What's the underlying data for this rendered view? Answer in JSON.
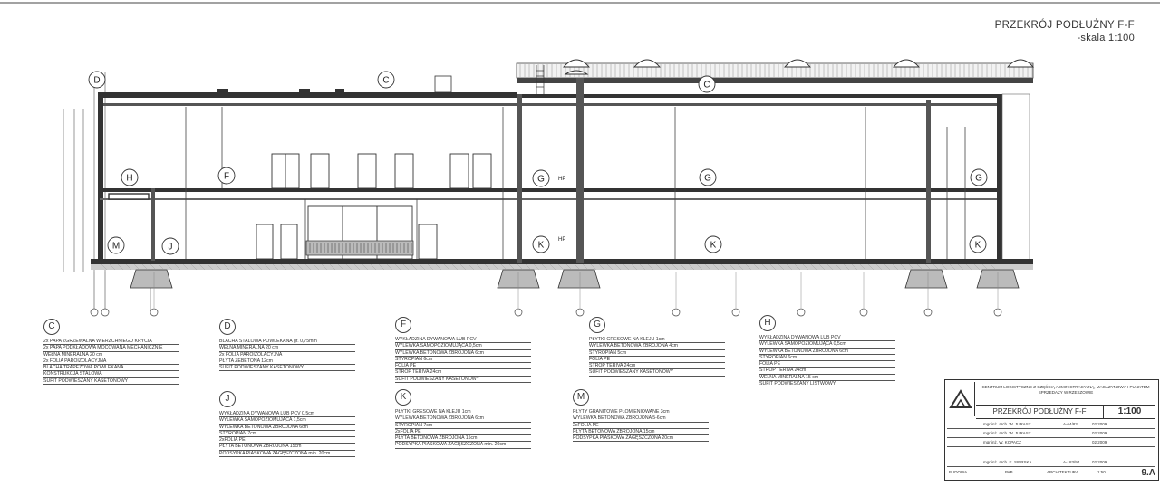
{
  "drawing": {
    "title": "PRZEKRÓJ PODŁUŻNY F-F",
    "scale_label": "-skala 1:100"
  },
  "section_labels": {
    "D": "D",
    "C_top": "C",
    "C_right": "C",
    "H": "H",
    "F": "F",
    "G_left": "G",
    "G_mid": "G",
    "G_right": "G",
    "M": "M",
    "J": "J",
    "K_left": "K",
    "K_mid": "K",
    "K_right": "K",
    "hp1": "HP",
    "hp2": "HP"
  },
  "legends": {
    "C": {
      "letter": "C",
      "rows": [
        "2x PAPA ZGRZEWALNA WIERZCHNIEGO KRYCIA",
        "2x PAPA PODKŁADOWA MOCOWANA MECHANICZNIE",
        "WEŁNA MINERALNA 20 cm",
        "2x FOLIA PAROIZOLACYJNA",
        "BLACHA TRAPEZOWA POWLEKANA",
        "KONSTRUKCJA STALOWA",
        "SUFIT PODWIESZANY KASETONOWY"
      ]
    },
    "D": {
      "letter": "D",
      "rows": [
        "BLACHA STALOWA POWLEKANA gr. 0,75mm",
        "WEŁNA MINERALNA 20 cm",
        "2x FOLIA PAROIZOLACYJNA",
        "PŁYTA ŻEBETONA 12cm",
        "SUFIT PODWIESZANY KASETONOWY"
      ]
    },
    "F": {
      "letter": "F",
      "rows": [
        "WYKŁADZINA DYWANOWA LUB PCV",
        "WYLEWKA SAMOPOZIOMUJĄCA 0,5cm",
        "WYLEWKA BETONOWA ZBROJONA 6cm",
        "STYROPIAN 6cm",
        "FOLIA PE",
        "STROP TERIVA 24cm",
        "SUFIT PODWIESZANY KASETONOWY"
      ]
    },
    "G": {
      "letter": "G",
      "rows": [
        "PŁYTKI GRESOWE NA KLEJU 1cm",
        "WYLEWKA BETONOWA ZBROJONA 4cm",
        "STYROPIAN 5cm",
        "FOLIA PE",
        "STROP TERIVA 24cm",
        "SUFIT PODWIESZANY KASETONOWY"
      ]
    },
    "H": {
      "letter": "H",
      "rows": [
        "WYKŁADZINA DYWANOWA LUB PCV",
        "WYLEWKA SAMOPOZIOMUJĄCA 0,5cm",
        "WYLEWKA BETONOWA ZBROJONA 6cm",
        "STYROPIAN 6cm",
        "FOLIA PE",
        "STROP TERIVA 24cm",
        "WEŁNA MINERALNA 15 cm",
        "SUFIT PODWIESZANY LISTWOWY"
      ]
    },
    "J": {
      "letter": "J",
      "rows": [
        "WYKŁADZINA DYWANOWA LUB PCV 0,5cm",
        "WYLEWKA SAMOPOZIOMUJĄCA 1,5cm",
        "WYLEWKA BETONOWA ZBROJONA 6cm",
        "STYROPIAN 7cm",
        "2xFOLIA PE",
        "PŁYTA BETONOWA ZBROJONA 15cm",
        "PODSYPKA PIASKOWA ZAGĘSZCZONA min. 20cm"
      ]
    },
    "K": {
      "letter": "K",
      "rows": [
        "PŁYTKI GRESOWE NA KLEJU 1cm",
        "WYLEWKA BETONOWA ZBROJONA 6cm",
        "STYROPIAN 7cm",
        "2xFOLIA PE",
        "PŁYTA BETONOWA ZBROJONA 15cm",
        "PODSYPKA PIASKOWA ZAGĘSZCZONA min. 20cm"
      ]
    },
    "M": {
      "letter": "M",
      "rows": [
        "PŁYTY GRANITOWE PŁOMIENIOWANE 3cm",
        "WYLEWKA BETONOWA ZBROJONA 5-6cm",
        "2xFOLIA PE",
        "PŁYTA BETONOWA ZBROJONA 15cm",
        "PODSYPKA PIASKOWA ZAGĘSZCZONA 20cm"
      ]
    }
  },
  "stamp": {
    "header": "CENTRUM LOGISTYCZNE Z CZĘŚCIĄ ADMINISTRACYJNĄ, MAGAZYNOWĄ I PUNKTEM SPRZEDAŻY W RZESZOWIE",
    "drawing_title": "PRZEKRÓJ PODŁUŻNY F-F",
    "scale": "1:100",
    "people": [
      {
        "name": "mgr inż. arch. W. JURASZ",
        "lic": "A-64/83",
        "date": "02.2009"
      },
      {
        "name": "mgr inż. arch. W. JURASZ",
        "lic": "",
        "date": "02.2009"
      },
      {
        "name": "mgr inż. W. KOPACZ",
        "lic": "",
        "date": "02.2009"
      },
      {
        "name": "mgr inż. arch. E. SIPRSKA",
        "lic": "A-183/94",
        "date": "02.2009"
      }
    ],
    "stage": "BUDOWA",
    "phase": "PAB",
    "branch": "ARCHITEKTURA",
    "sheet_scale": "1:50",
    "sheet_number": "9.A"
  },
  "colors": {
    "line": "#2b2b2b",
    "hatch": "#888888",
    "fill": "#d9d9d9"
  }
}
